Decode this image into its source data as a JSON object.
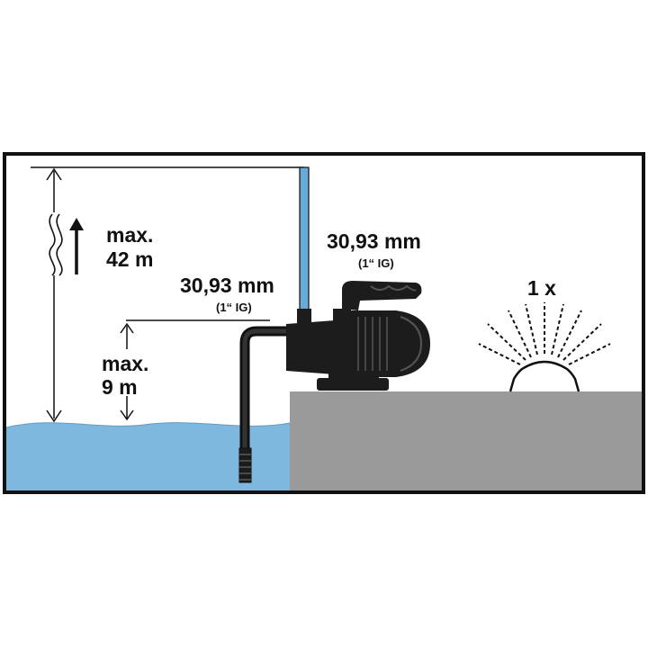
{
  "labels": {
    "suction_height": {
      "line1": "max.",
      "line2": "9 m"
    },
    "delivery_height": {
      "line1": "max.",
      "line2": "42 m"
    },
    "inlet": {
      "size": "30,93 mm",
      "thread": "(1“ IG)"
    },
    "outlet": {
      "size": "30,93 mm",
      "thread": "(1“ IG)"
    },
    "sprinkler_count": "1 x"
  },
  "colors": {
    "water": "#7fb8df",
    "ground": "#9a9a9a",
    "pipe_blue": "#6aaad8",
    "outline": "#111111",
    "pump": "#1c1c1c"
  },
  "icons": [
    "up-arrow-icon",
    "wavy-line-icon",
    "sprinkler-icon",
    "pump-icon"
  ]
}
